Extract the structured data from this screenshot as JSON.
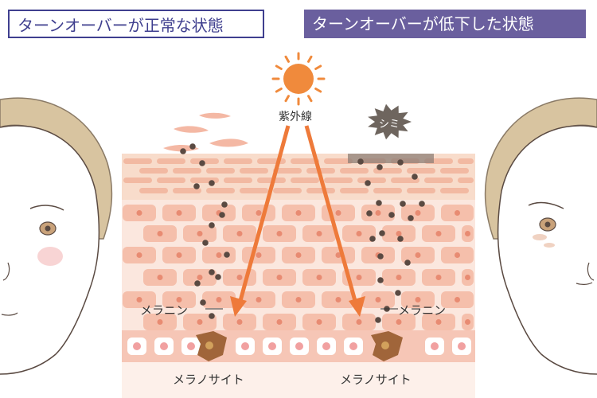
{
  "titles": {
    "normal": "ターンオーバーが正常な状態",
    "low": "ターンオーバーが低下した状態"
  },
  "labels": {
    "uv": "紫外線",
    "spot": "シミ",
    "melanin_left": "メラニン",
    "melanin_right": "メラニン",
    "melanocyte_left": "メラノサイト",
    "melanocyte_right": "メラノサイト"
  },
  "colors": {
    "title_border": "#3f3f8f",
    "title_fill": "#6a5f9e",
    "sun": "#f08a3c",
    "uv_arrow": "#ee7a3a",
    "skin_top": "#f6d2c2",
    "skin_mid": "#fbe4da",
    "cell": "#f5b9a4",
    "cell_nucleus": "#e88b72",
    "melanin": "#5a4a42",
    "melanocyte": "#a0653a",
    "spot": "#6e655e",
    "hair": "#d8c4a0"
  }
}
